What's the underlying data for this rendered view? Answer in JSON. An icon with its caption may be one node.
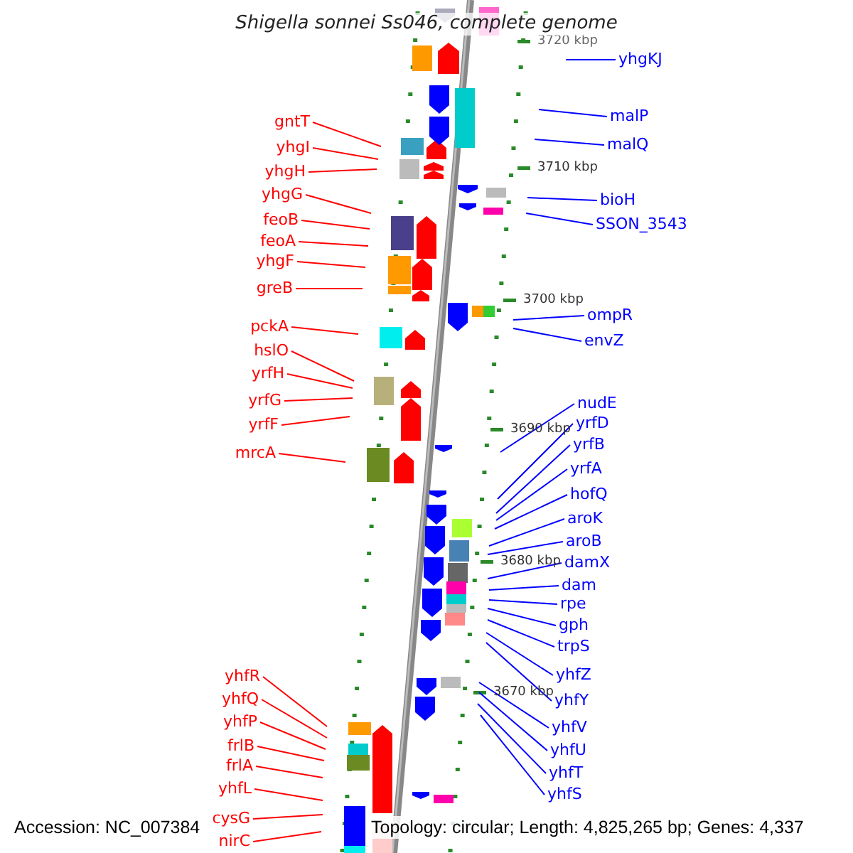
{
  "diagram": {
    "title": "Shigella sonnei Ss046, complete genome",
    "nodes": [
      {
        "text": [
          "gntT"
        ]
      },
      {
        "text": [
          "yhgI"
        ]
      },
      {
        "text": [
          "yhgH"
        ]
      },
      {
        "text": [
          "yhgG"
        ]
      },
      {
        "text": [
          "feoB"
        ]
      },
      {
        "text": [
          "feoA"
        ]
      },
      {
        "text": [
          "yhgF"
        ]
      },
      {
        "text": [
          "greB"
        ]
      },
      {
        "text": [
          "pckA"
        ]
      },
      {
        "text": [
          "hslO"
        ]
      },
      {
        "text": [
          "yrfH"
        ]
      },
      {
        "text": [
          "yrfG"
        ]
      },
      {
        "text": [
          "yrfF"
        ]
      },
      {
        "text": [
          "mrcA"
        ]
      },
      {
        "text": [
          "yhfR"
        ]
      },
      {
        "text": [
          "yhfQ"
        ]
      },
      {
        "text": [
          "yhfP"
        ]
      },
      {
        "text": [
          "frlB"
        ]
      },
      {
        "text": [
          "frlA"
        ]
      },
      {
        "text": [
          "yhfL"
        ]
      },
      {
        "text": [
          "cysG"
        ]
      },
      {
        "text": [
          "nirC"
        ]
      },
      {
        "text": [
          "yhgKJ"
        ]
      },
      {
        "text": [
          "malP"
        ]
      },
      {
        "text": [
          "malQ"
        ]
      },
      {
        "text": [
          "bioH"
        ]
      },
      {
        "text": [
          "SSON_3543"
        ]
      },
      {
        "text": [
          "ompR"
        ]
      },
      {
        "text": [
          "envZ"
        ]
      },
      {
        "text": [
          "nudE"
        ]
      },
      {
        "text": [
          "yrfD"
        ]
      },
      {
        "text": [
          "yrfB"
        ]
      },
      {
        "text": [
          "yrfA"
        ]
      },
      {
        "text": [
          "hofQ"
        ]
      },
      {
        "text": [
          "aroK"
        ]
      },
      {
        "text": [
          "aroB"
        ]
      },
      {
        "text": [
          "damX"
        ]
      },
      {
        "text": [
          "dam"
        ]
      },
      {
        "text": [
          "rpe"
        ]
      },
      {
        "text": [
          "gph"
        ]
      },
      {
        "text": [
          "trpS"
        ]
      },
      {
        "text": [
          "yhfZ"
        ]
      },
      {
        "text": [
          "yhfY"
        ]
      },
      {
        "text": [
          "yhfV"
        ]
      },
      {
        "text": [
          "yhfU"
        ]
      },
      {
        "text": [
          "yhfT"
        ]
      },
      {
        "text": [
          "yhfS"
        ]
      }
    ],
    "edges": [
      {
        "from": 0,
        "to": null,
        "arrow": "none",
        "color": "#ff0000"
      },
      {
        "from": 1,
        "to": null,
        "arrow": "none",
        "color": "#ff0000"
      },
      {
        "from": 2,
        "to": null,
        "arrow": "none",
        "color": "#ff0000"
      },
      {
        "from": 3,
        "to": null,
        "arrow": "none",
        "color": "#ff0000"
      },
      {
        "from": 4,
        "to": null,
        "arrow": "none",
        "color": "#ff0000"
      },
      {
        "from": 5,
        "to": null,
        "arrow": "none",
        "color": "#ff0000"
      },
      {
        "from": 6,
        "to": null,
        "arrow": "none",
        "color": "#ff0000"
      },
      {
        "from": 7,
        "to": null,
        "arrow": "none",
        "color": "#ff0000"
      },
      {
        "from": 8,
        "to": null,
        "arrow": "none",
        "color": "#ff0000"
      },
      {
        "from": 9,
        "to": null,
        "arrow": "none",
        "color": "#ff0000"
      },
      {
        "from": 10,
        "to": null,
        "arrow": "none",
        "color": "#ff0000"
      },
      {
        "from": 11,
        "to": null,
        "arrow": "none",
        "color": "#ff0000"
      },
      {
        "from": 12,
        "to": null,
        "arrow": "none",
        "color": "#ff0000"
      },
      {
        "from": 13,
        "to": null,
        "arrow": "none",
        "color": "#ff0000"
      },
      {
        "from": 14,
        "to": null,
        "arrow": "none",
        "color": "#ff0000"
      },
      {
        "from": 15,
        "to": null,
        "arrow": "none",
        "color": "#ff0000"
      },
      {
        "from": 16,
        "to": null,
        "arrow": "none",
        "color": "#ff0000"
      },
      {
        "from": 17,
        "to": null,
        "arrow": "none",
        "color": "#ff0000"
      },
      {
        "from": 18,
        "to": null,
        "arrow": "none",
        "color": "#ff0000"
      },
      {
        "from": 19,
        "to": null,
        "arrow": "none",
        "color": "#ff0000"
      },
      {
        "from": 20,
        "to": null,
        "arrow": "none",
        "color": "#ff0000"
      },
      {
        "from": 21,
        "to": null,
        "arrow": "none",
        "color": "#ff0000"
      },
      {
        "from": 22,
        "to": null,
        "arrow": "none"
      },
      {
        "from": 23,
        "to": null,
        "arrow": "none"
      },
      {
        "from": 24,
        "to": null,
        "arrow": "none"
      },
      {
        "from": 25,
        "to": null,
        "arrow": "none"
      },
      {
        "from": 26,
        "to": null,
        "arrow": "none"
      },
      {
        "from": 27,
        "to": null,
        "arrow": "none"
      },
      {
        "from": 28,
        "to": null,
        "arrow": "none"
      },
      {
        "from": 29,
        "to": null,
        "arrow": "none"
      },
      {
        "from": 30,
        "to": null,
        "arrow": "none"
      },
      {
        "from": 31,
        "to": null,
        "arrow": "none"
      },
      {
        "from": 32,
        "to": null,
        "arrow": "none"
      },
      {
        "from": 33,
        "to": null,
        "arrow": "none"
      },
      {
        "from": 34,
        "to": null,
        "arrow": "none"
      },
      {
        "from": 35,
        "to": null,
        "arrow": "none"
      },
      {
        "from": 36,
        "to": null,
        "arrow": "none"
      },
      {
        "from": 37,
        "to": null,
        "arrow": "none"
      },
      {
        "from": 38,
        "to": null,
        "arrow": "none"
      },
      {
        "from": 39,
        "to": null,
        "arrow": "none"
      },
      {
        "from": 40,
        "to": null,
        "arrow": "none"
      },
      {
        "from": 41,
        "to": null,
        "arrow": "none"
      },
      {
        "from": 42,
        "to": null,
        "arrow": "none"
      },
      {
        "from": 43,
        "to": null,
        "arrow": "none"
      },
      {
        "from": 44,
        "to": null,
        "arrow": "none"
      },
      {
        "from": 45,
        "to": null,
        "arrow": "none"
      },
      {
        "from": 46,
        "to": null,
        "arrow": "none"
      }
    ],
    "labels": [
      "3720 kbp",
      "3710 kbp",
      "3700 kbp",
      "3690 kbp",
      "3680 kbp",
      "3670 kbp",
      "Accession: NC_007384",
      "Topology: circular; Length: 4,825,265 bp; Genes: 4,337"
    ]
  }
}
